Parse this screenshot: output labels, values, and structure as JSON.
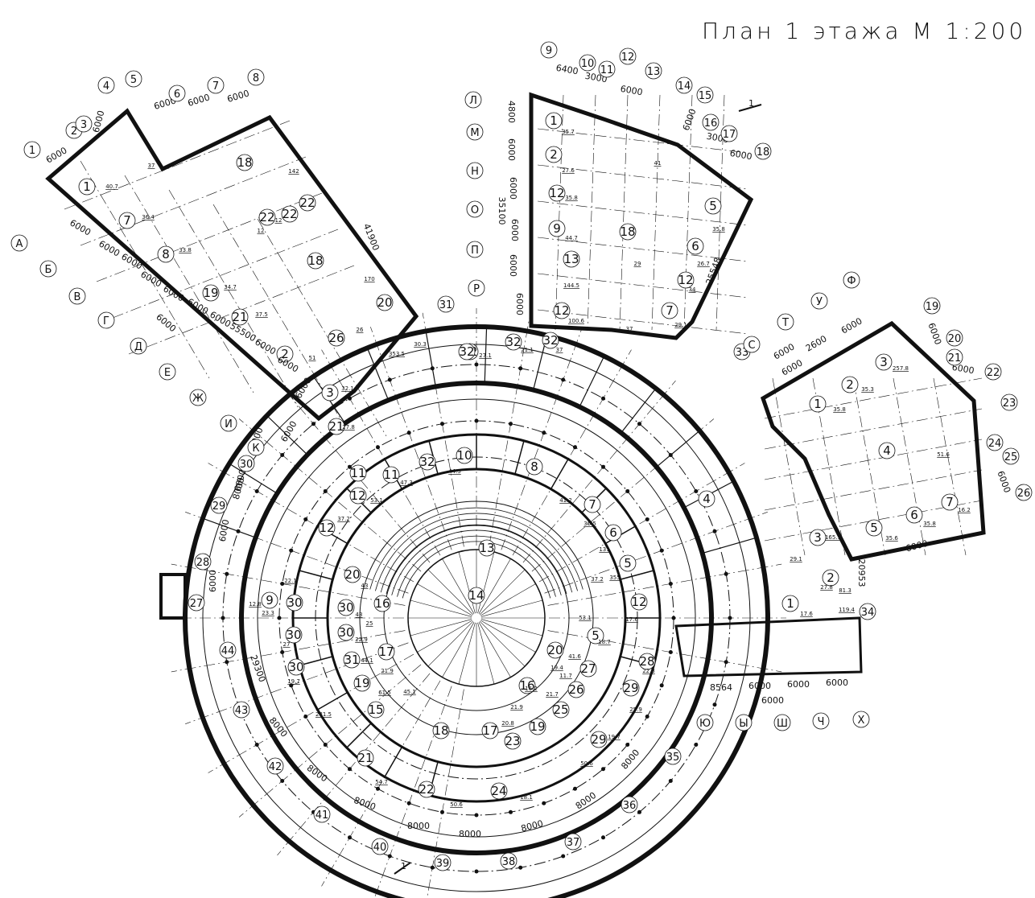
{
  "title": "План 1  этажа М 1:200",
  "section_mark": "1",
  "axes": {
    "numbers": [
      "1",
      "2",
      "3",
      "4",
      "5",
      "6",
      "7",
      "8",
      "9",
      "10",
      "11",
      "12",
      "13",
      "14",
      "15",
      "16",
      "17",
      "18",
      "19",
      "20",
      "21",
      "22",
      "23",
      "24",
      "25",
      "26",
      "27",
      "28",
      "29",
      "30",
      "31",
      "33",
      "34",
      "35",
      "36",
      "37",
      "38",
      "39",
      "40",
      "41",
      "42",
      "43",
      "44"
    ],
    "letters": [
      "А",
      "Б",
      "В",
      "Г",
      "Д",
      "Е",
      "Ж",
      "И",
      "К",
      "Л",
      "М",
      "Н",
      "О",
      "П",
      "Р",
      "С",
      "Т",
      "У",
      "Ф",
      "Ю",
      "Ы",
      "Ш",
      "Ч",
      "Х"
    ]
  },
  "dimensions": [
    "6000",
    "6000",
    "6000",
    "6000",
    "6000",
    "6000",
    "41900",
    "6000",
    "6000",
    "6000",
    "6000",
    "6000",
    "6000",
    "6000",
    "55500",
    "6000",
    "6000",
    "6000",
    "6000",
    "6400",
    "3000",
    "6000",
    "6000",
    "3000",
    "6000",
    "4800",
    "6000",
    "6000",
    "35100",
    "6000",
    "6000",
    "6000",
    "25548",
    "6000",
    "6000",
    "2600",
    "6000",
    "6000",
    "6000",
    "6000",
    "6000",
    "20953",
    "8564",
    "6000",
    "6000",
    "6000",
    "6000",
    "29300",
    "8000",
    "8000",
    "8000",
    "8000",
    "8000",
    "8000",
    "8000",
    "8000",
    "8000",
    "6000",
    "6000",
    "6000",
    "6000"
  ],
  "rooms": [
    "1",
    "7",
    "8",
    "18",
    "18",
    "19",
    "21",
    "2",
    "3",
    "21",
    "32",
    "22",
    "22",
    "22",
    "20",
    "26",
    "1",
    "2",
    "12",
    "9",
    "13",
    "18",
    "12",
    "5",
    "6",
    "12",
    "7",
    "32",
    "32",
    "32",
    "1",
    "2",
    "3",
    "4",
    "5",
    "6",
    "7",
    "4",
    "3",
    "2",
    "1",
    "12",
    "11",
    "11",
    "12",
    "32",
    "10",
    "8",
    "7",
    "6",
    "5",
    "12",
    "13",
    "14",
    "20",
    "16",
    "17",
    "9",
    "30",
    "30",
    "30",
    "30",
    "30",
    "31",
    "19",
    "15",
    "18",
    "17",
    "16",
    "20",
    "5",
    "28",
    "27",
    "26",
    "25",
    "19",
    "23",
    "21",
    "22",
    "24",
    "29",
    "29"
  ],
  "areas": [
    "40.7",
    "36.4",
    "37",
    "33.8",
    "142",
    "12",
    "12",
    "34.7",
    "37.5",
    "51",
    "32.1",
    "27.8",
    "170",
    "26",
    "353.5",
    "30.3",
    "35.7",
    "27.6",
    "35.8",
    "44.7",
    "144.5",
    "29",
    "100.6",
    "37",
    "41",
    "35.8",
    "26.7",
    "34",
    "29.1",
    "27.1",
    "21.1",
    "37",
    "35.8",
    "35.3",
    "257.8",
    "51.6",
    "35.6",
    "35.8",
    "16.2",
    "165.1",
    "29.1",
    "27.8",
    "81.3",
    "17.6",
    "119.4",
    "43",
    "41.2",
    "44.5",
    "47.3",
    "53.1",
    "37.2",
    "36.5",
    "131",
    "37.2",
    "355",
    "53.1",
    "17.6",
    "18.7",
    "43",
    "25",
    "22.9",
    "44.1",
    "21.9",
    "61.5",
    "45.1",
    "21.9",
    "20.8",
    "21.7",
    "16.2",
    "41.6",
    "19.4",
    "11.7",
    "22.3",
    "25.9",
    "19.7",
    "50.6",
    "54.7",
    "50.6",
    "18.1",
    "12.8",
    "23.3",
    "27",
    "19.7",
    "281.5",
    "22.1"
  ]
}
